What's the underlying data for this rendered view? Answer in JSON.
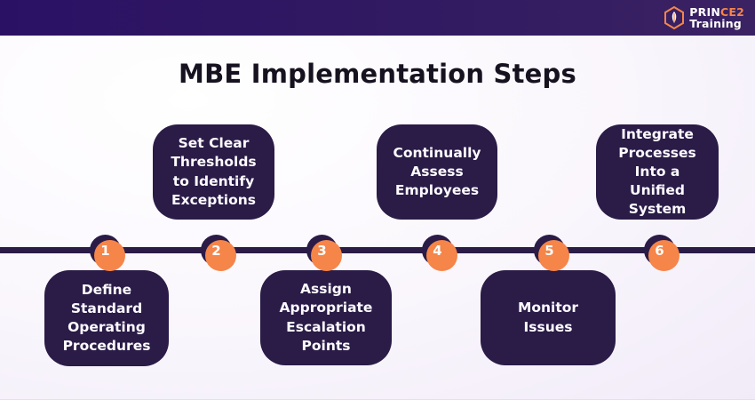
{
  "header": {
    "brand_part1": "PRIN",
    "brand_part2": "CE2",
    "brand_line2": "Training"
  },
  "title": "MBE Implementation Steps",
  "colors": {
    "header_gradient_left": "#2b1164",
    "header_gradient_right": "#3a2263",
    "box_fill": "#2a1b47",
    "timeline": "#2a1b47",
    "accent_orange": "#f58549",
    "title_text": "#17121f",
    "box_text": "#fdfbff",
    "page_background": "#f1ebf8"
  },
  "steps": [
    {
      "number": "1",
      "label": "Define Standard Operating Procedures",
      "position": "bottom"
    },
    {
      "number": "2",
      "label": "Set Clear Thresholds to Identify Exceptions",
      "position": "top"
    },
    {
      "number": "3",
      "label": "Assign Appropriate Escalation Points",
      "position": "bottom"
    },
    {
      "number": "4",
      "label": "Continually Assess Employees",
      "position": "top"
    },
    {
      "number": "5",
      "label": "Monitor Issues",
      "position": "bottom"
    },
    {
      "number": "6",
      "label": "Integrate Processes Into a Unified System",
      "position": "top"
    }
  ]
}
